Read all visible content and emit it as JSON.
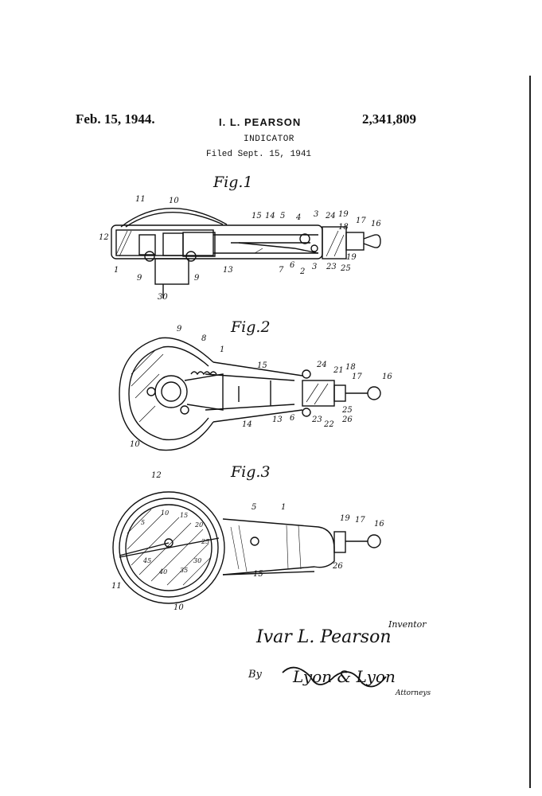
{
  "header": {
    "date": "Feb. 15, 1944.",
    "inventor": "I. L. PEARSON",
    "patent_number": "2,341,809",
    "title": "INDICATOR",
    "filed": "Filed Sept. 15, 1941"
  },
  "figures": {
    "fig1": {
      "label": "Fig.1",
      "numerals": [
        "11",
        "10",
        "15",
        "14",
        "5",
        "4",
        "3",
        "24",
        "19",
        "17",
        "18",
        "16",
        "12",
        "1",
        "9",
        "9",
        "13",
        "7",
        "6",
        "2",
        "3",
        "23",
        "19",
        "25",
        "30"
      ]
    },
    "fig2": {
      "label": "Fig.2",
      "numerals": [
        "9",
        "8",
        "1",
        "15",
        "24",
        "21",
        "18",
        "17",
        "16",
        "25",
        "26",
        "23",
        "22",
        "6",
        "13",
        "14",
        "10"
      ]
    },
    "fig3": {
      "label": "Fig.3",
      "numerals": [
        "12",
        "5",
        "1",
        "19",
        "17",
        "16",
        "26",
        "15",
        "11",
        "10"
      ],
      "dial_numbers": [
        "5",
        "10",
        "15",
        "20",
        "25",
        "30",
        "35",
        "40",
        "45"
      ]
    }
  },
  "signature": {
    "inventor_caption": "Inventor",
    "inventor_name": "Ivar L. Pearson",
    "by": "By",
    "attorney_signature": "Lyon & Lyon",
    "attorneys_caption": "Attorneys"
  }
}
